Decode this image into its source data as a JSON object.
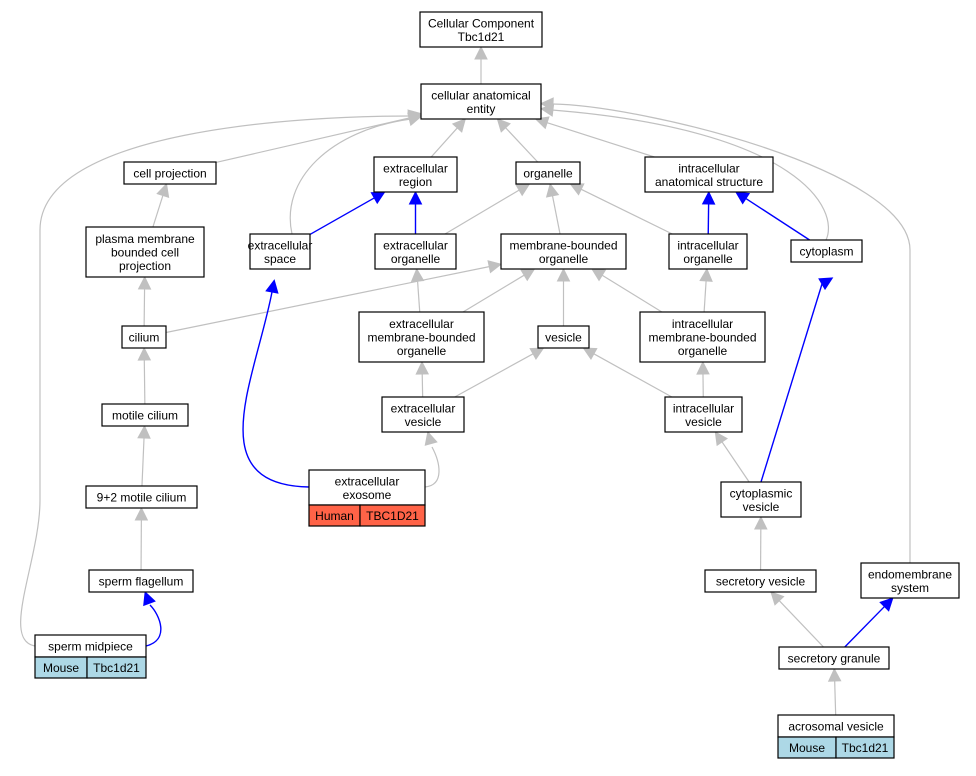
{
  "colors": {
    "edge_gray": "#c0c0c0",
    "edge_blue": "#0000ff",
    "human_fill": "#ff6347",
    "mouse_fill": "#add8e6"
  },
  "nodes": {
    "root": [
      "Cellular Component",
      "Tbc1d21"
    ],
    "cae": [
      "cellular anatomical",
      "entity"
    ],
    "cellproj": [
      "cell projection"
    ],
    "exreg": [
      "extracellular",
      "region"
    ],
    "organelle": [
      "organelle"
    ],
    "ias": [
      "intracellular",
      "anatomical structure"
    ],
    "pmbcp": [
      "plasma membrane",
      "bounded cell",
      "projection"
    ],
    "exspace": [
      "extracellular",
      "space"
    ],
    "exorg": [
      "extracellular",
      "organelle"
    ],
    "mbo": [
      "membrane-bounded",
      "organelle"
    ],
    "intorg": [
      "intracellular",
      "organelle"
    ],
    "cytoplasm": [
      "cytoplasm"
    ],
    "cilium": [
      "cilium"
    ],
    "exmbo": [
      "extracellular",
      "membrane-bounded",
      "organelle"
    ],
    "vesicle": [
      "vesicle"
    ],
    "intmbo": [
      "intracellular",
      "membrane-bounded",
      "organelle"
    ],
    "motcil": [
      "motile cilium"
    ],
    "exves": [
      "extracellular",
      "vesicle"
    ],
    "intves": [
      "intracellular",
      "vesicle"
    ],
    "ninetwo": [
      "9+2 motile cilium"
    ],
    "exosome": [
      "extracellular",
      "exosome"
    ],
    "cytoves": [
      "cytoplasmic",
      "vesicle"
    ],
    "spermflag": [
      "sperm flagellum"
    ],
    "secves": [
      "secretory vesicle"
    ],
    "endomem": [
      "endomembrane",
      "system"
    ],
    "spermmid": [
      "sperm midpiece"
    ],
    "secgran": [
      "secretory granule"
    ],
    "acroves": [
      "acrosomal vesicle"
    ]
  },
  "annotations": {
    "exosome": [
      "Human",
      "TBC1D21"
    ],
    "spermmid": [
      "Mouse",
      "Tbc1d21"
    ],
    "acroves": [
      "Mouse",
      "Tbc1d21"
    ]
  },
  "edges": [
    {
      "from": "cae",
      "to": "root",
      "color": "gray"
    },
    {
      "from": "cellproj",
      "to": "cae",
      "color": "gray"
    },
    {
      "from": "exreg",
      "to": "cae",
      "color": "gray"
    },
    {
      "from": "organelle",
      "to": "cae",
      "color": "gray"
    },
    {
      "from": "ias",
      "to": "cae",
      "color": "gray"
    },
    {
      "from": "exspace",
      "to": "cae",
      "color": "gray"
    },
    {
      "from": "cytoplasm",
      "to": "cae",
      "color": "gray"
    },
    {
      "from": "spermmid",
      "to": "cae",
      "color": "gray"
    },
    {
      "from": "endomem",
      "to": "cae",
      "color": "gray"
    },
    {
      "from": "pmbcp",
      "to": "cellproj",
      "color": "gray"
    },
    {
      "from": "exspace",
      "to": "exreg",
      "color": "blue"
    },
    {
      "from": "exorg",
      "to": "exreg",
      "color": "blue"
    },
    {
      "from": "exorg",
      "to": "organelle",
      "color": "gray"
    },
    {
      "from": "mbo",
      "to": "organelle",
      "color": "gray"
    },
    {
      "from": "intorg",
      "to": "organelle",
      "color": "gray"
    },
    {
      "from": "intorg",
      "to": "ias",
      "color": "blue"
    },
    {
      "from": "cytoplasm",
      "to": "ias",
      "color": "blue"
    },
    {
      "from": "cilium",
      "to": "pmbcp",
      "color": "gray"
    },
    {
      "from": "cilium",
      "to": "mbo",
      "color": "gray"
    },
    {
      "from": "exmbo",
      "to": "mbo",
      "color": "gray"
    },
    {
      "from": "vesicle",
      "to": "mbo",
      "color": "gray"
    },
    {
      "from": "intmbo",
      "to": "mbo",
      "color": "gray"
    },
    {
      "from": "exmbo",
      "to": "exorg",
      "color": "gray"
    },
    {
      "from": "intmbo",
      "to": "intorg",
      "color": "gray"
    },
    {
      "from": "motcil",
      "to": "cilium",
      "color": "gray"
    },
    {
      "from": "exves",
      "to": "exmbo",
      "color": "gray"
    },
    {
      "from": "exves",
      "to": "vesicle",
      "color": "gray"
    },
    {
      "from": "intves",
      "to": "vesicle",
      "color": "gray"
    },
    {
      "from": "intves",
      "to": "intmbo",
      "color": "gray"
    },
    {
      "from": "ninetwo",
      "to": "motcil",
      "color": "gray"
    },
    {
      "from": "exosome",
      "to": "exves",
      "color": "gray"
    },
    {
      "from": "exosome",
      "to": "exspace",
      "color": "blue"
    },
    {
      "from": "cytoves",
      "to": "intves",
      "color": "gray"
    },
    {
      "from": "cytoves",
      "to": "cytoplasm",
      "color": "blue"
    },
    {
      "from": "spermflag",
      "to": "ninetwo",
      "color": "gray"
    },
    {
      "from": "secves",
      "to": "cytoves",
      "color": "gray"
    },
    {
      "from": "spermmid",
      "to": "spermflag",
      "color": "blue"
    },
    {
      "from": "secgran",
      "to": "secves",
      "color": "gray"
    },
    {
      "from": "secgran",
      "to": "endomem",
      "color": "blue"
    },
    {
      "from": "acroves",
      "to": "secgran",
      "color": "gray"
    }
  ]
}
